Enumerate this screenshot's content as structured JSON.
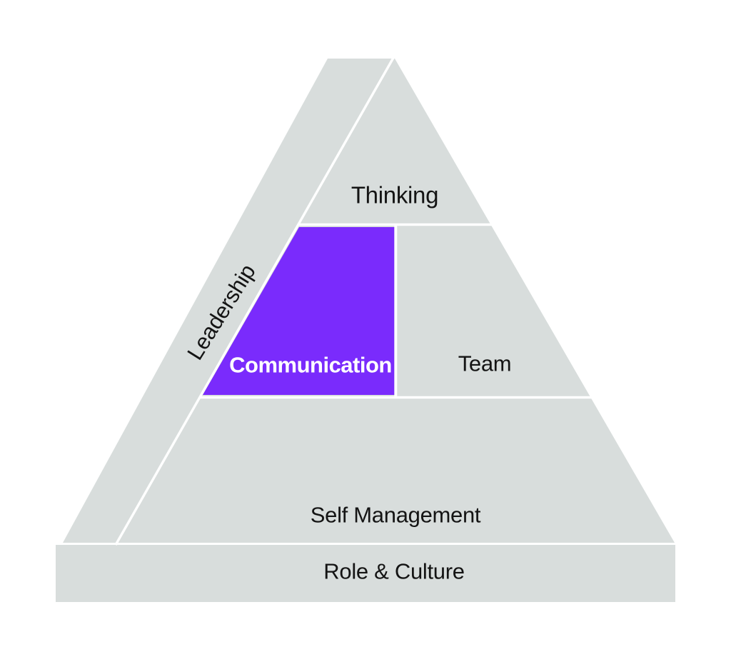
{
  "diagram": {
    "type": "pyramid",
    "sections": [
      {
        "id": "thinking",
        "label": "Thinking",
        "highlighted": false
      },
      {
        "id": "leadership",
        "label": "Leadership",
        "highlighted": false,
        "orientation": "diagonal-band"
      },
      {
        "id": "communication",
        "label": "Communication",
        "highlighted": true
      },
      {
        "id": "team",
        "label": "Team",
        "highlighted": false
      },
      {
        "id": "self-management",
        "label": "Self Management",
        "highlighted": false
      },
      {
        "id": "role-culture",
        "label": "Role & Culture",
        "highlighted": false,
        "orientation": "base-bar"
      }
    ],
    "colors": {
      "background": "#ffffff",
      "section_fill": "#d8dddc",
      "highlight_fill": "#7a2bfc",
      "divider": "#ffffff",
      "label_text": "#141414",
      "highlight_label_text": "#ffffff"
    }
  }
}
